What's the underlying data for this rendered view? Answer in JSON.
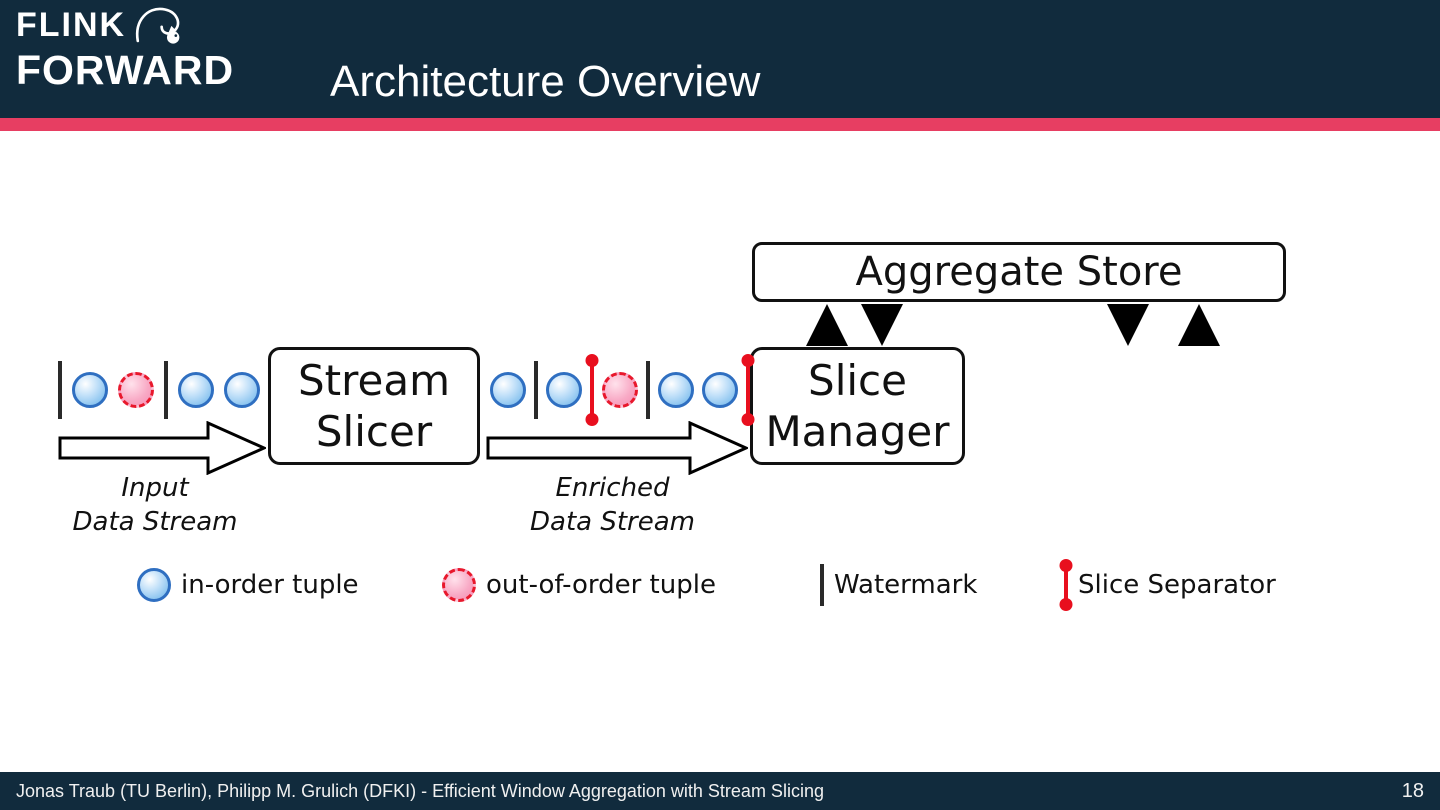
{
  "header": {
    "logo_line1": "FLINK",
    "logo_line2": "FORWARD",
    "title": "Architecture Overview"
  },
  "diagram": {
    "aggregate_store_label": "Aggregate Store",
    "stream_slicer": {
      "line1": "Stream",
      "line2": "Slicer"
    },
    "slice_manager": {
      "line1": "Slice",
      "line2": "Manager"
    },
    "input_stream_label": {
      "line1": "Input",
      "line2": "Data Stream"
    },
    "enriched_stream_label": {
      "line1": "Enriched",
      "line2": "Data Stream"
    },
    "input_stream": [
      "watermark",
      "in-order",
      "out-of-order",
      "watermark",
      "in-order",
      "in-order"
    ],
    "enriched_stream": [
      "in-order",
      "watermark",
      "in-order",
      "separator",
      "out-of-order",
      "watermark",
      "in-order",
      "in-order",
      "separator"
    ],
    "legend": [
      {
        "label": "in-order tuple"
      },
      {
        "label": "out-of-order tuple"
      },
      {
        "label": "Watermark"
      },
      {
        "label": "Slice Separator"
      }
    ],
    "colors": {
      "header_bg": "#112b3d",
      "accent_pink": "#e73e62",
      "in_order_blue": "#2f6fc1",
      "out_of_order_red": "#e8182c",
      "separator_red": "#e80f1e"
    }
  },
  "footer": {
    "credits": "Jonas Traub (TU Berlin), Philipp M. Grulich (DFKI) - Efficient Window Aggregation with Stream Slicing",
    "page_number": "18"
  }
}
